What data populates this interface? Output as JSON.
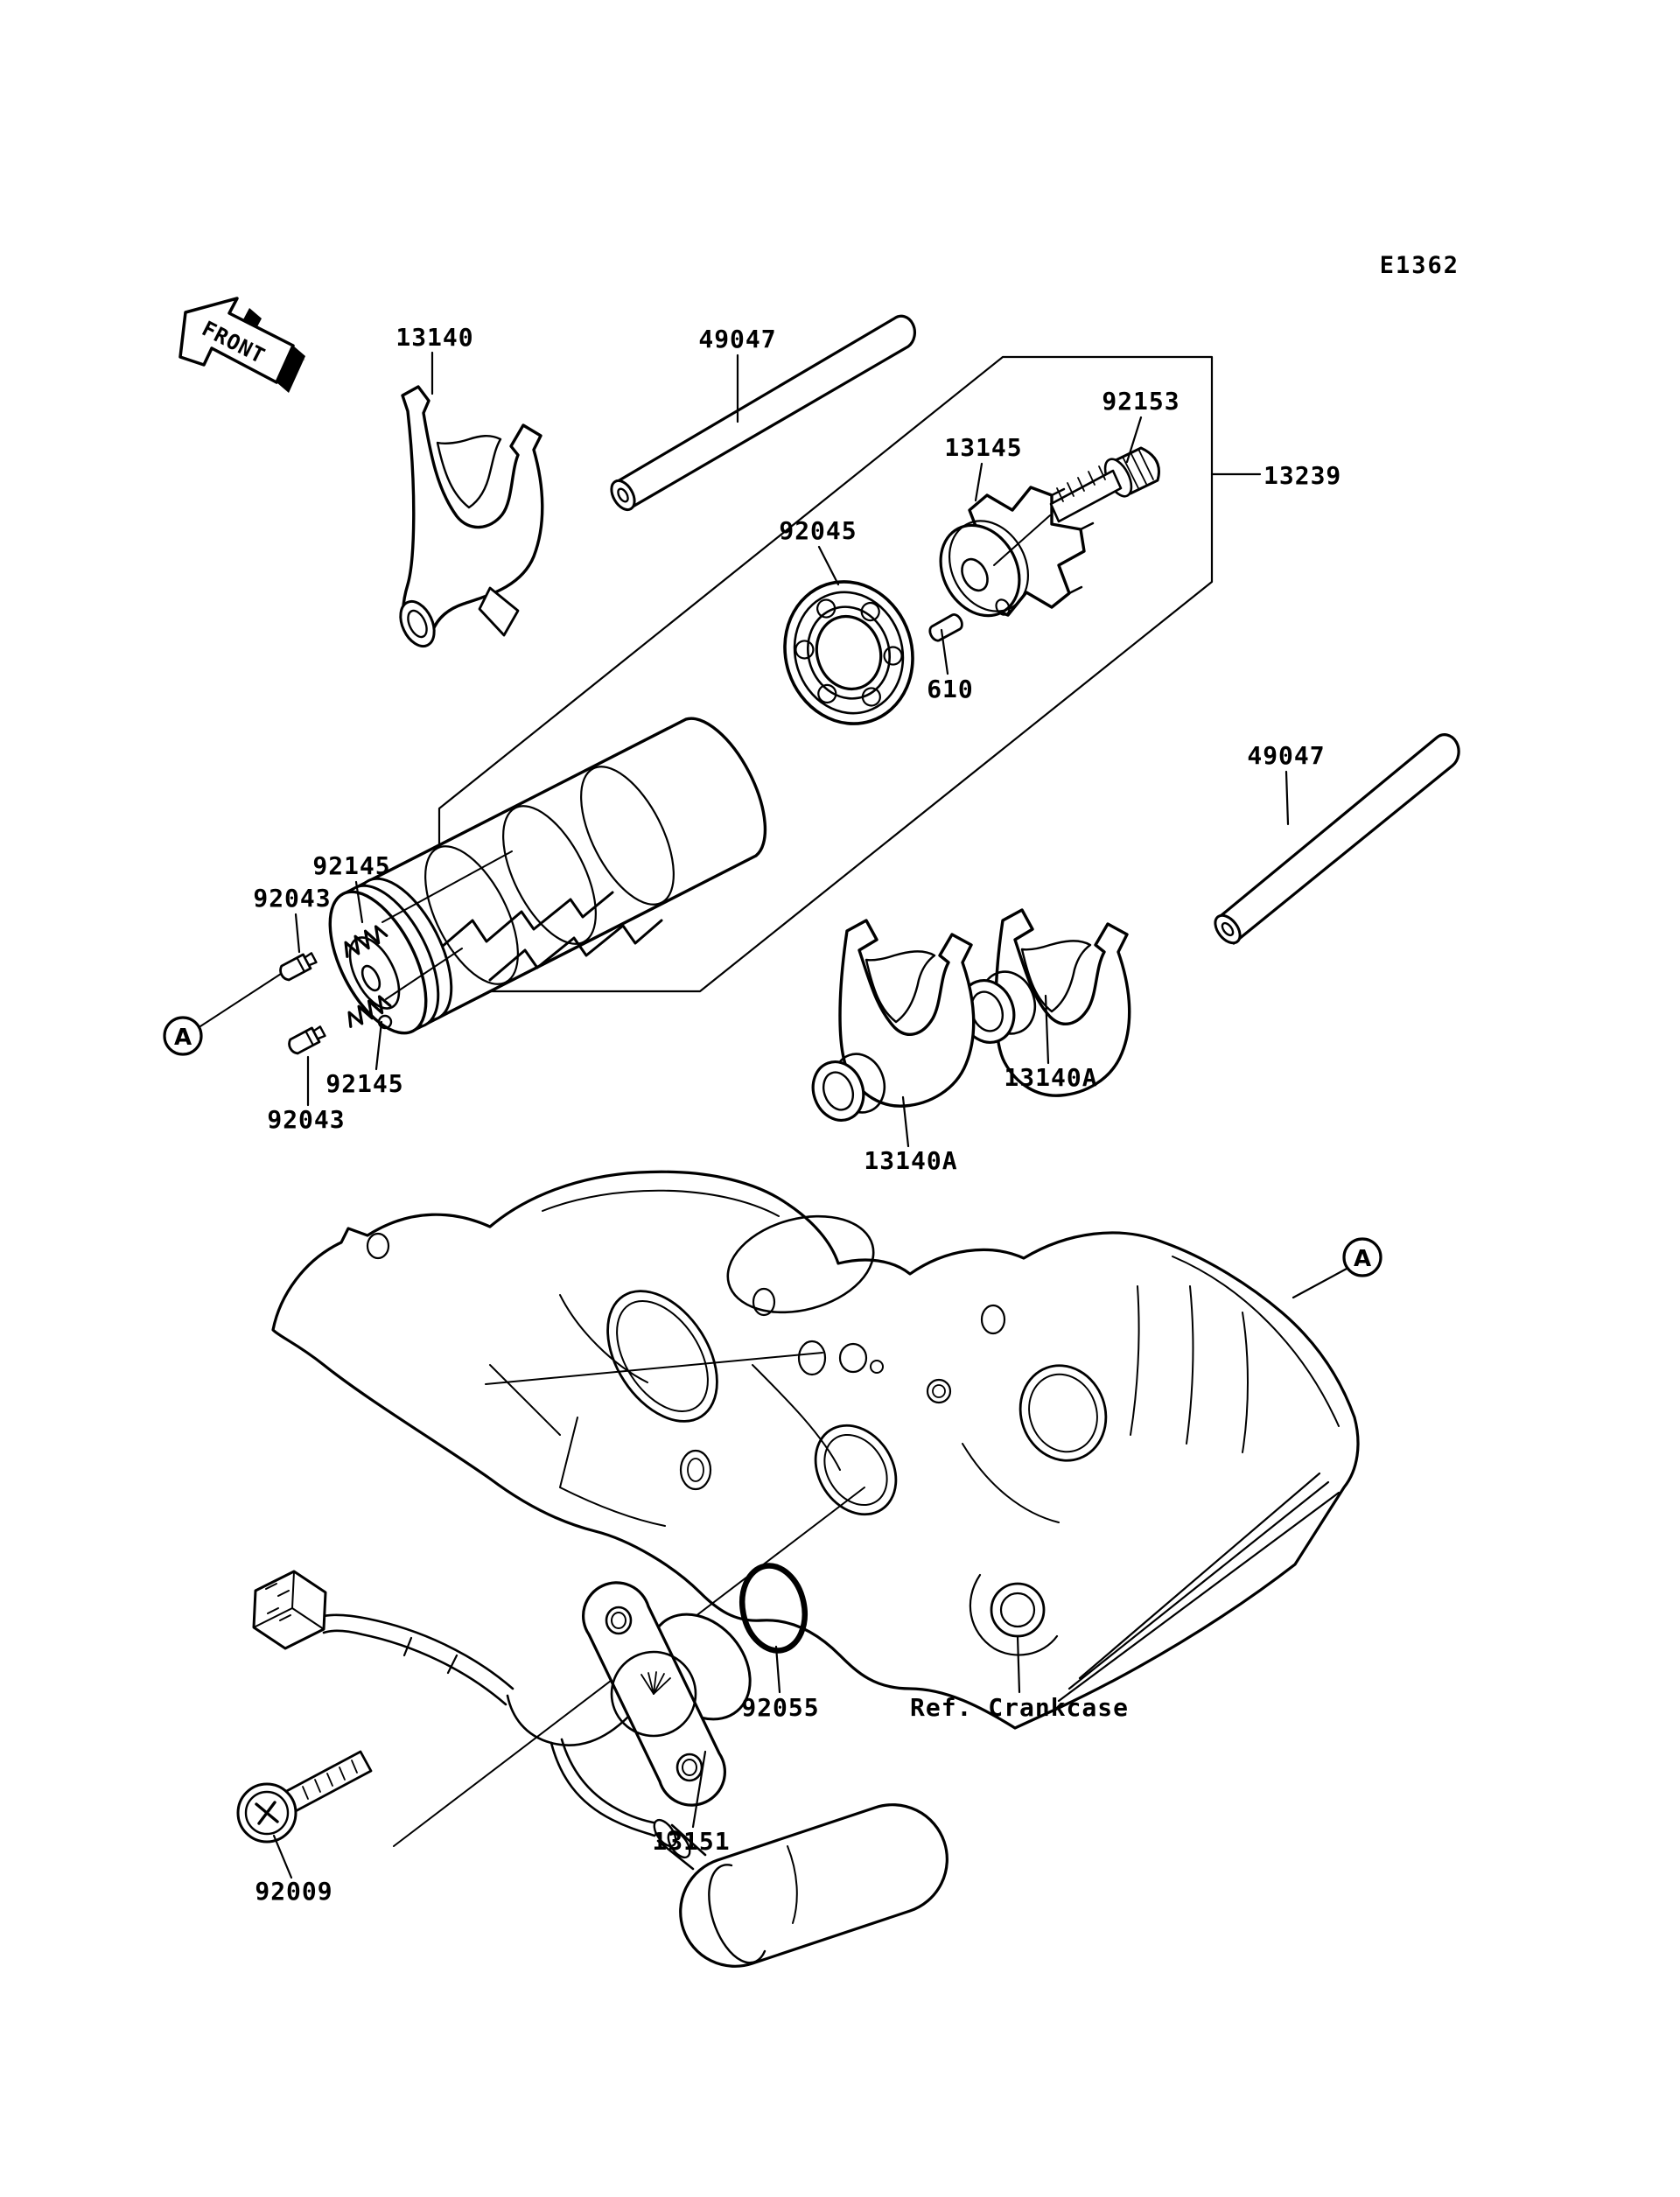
{
  "page": {
    "background": "#ffffff",
    "ink": "#000000",
    "diagram_code": "E1362",
    "front_marker": "FRONT",
    "detail_marker": "A"
  },
  "parts": {
    "shift_fork_upper": "13140",
    "shift_rod": "49047",
    "cam_bolt": "92153",
    "gear_positioning_cam": "13145",
    "drum_assy": "13239",
    "ball_bearing": "92045",
    "dowel_pin": "610",
    "detent_spring": "92145",
    "detent_screw": "92043",
    "shift_fork_lower": "13140A",
    "oring": "92055",
    "gear_position_switch": "13151",
    "flanged_bolt": "92009",
    "crankcase_ref": "Ref. Crankcase"
  }
}
